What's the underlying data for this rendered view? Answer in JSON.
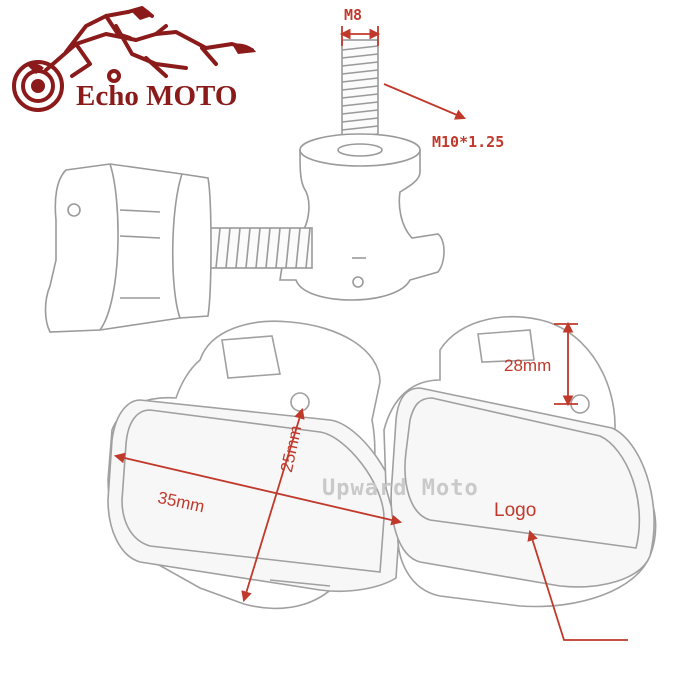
{
  "brand": {
    "name": "Echo MOTO",
    "color": "#8b1a1a"
  },
  "callouts": {
    "thread_width": "M8",
    "thread_spec": "M10*1.25",
    "height": "28mm",
    "depth": "25mm",
    "width": "35mm",
    "logo": "Logo"
  },
  "watermark": "Upward Moto",
  "colors": {
    "annotation": "#c0392b",
    "outline": "#8a8a8a",
    "watermark": "#c9c9c9"
  },
  "icons": {
    "brand_mark": "motorcycle-rider-icon"
  }
}
